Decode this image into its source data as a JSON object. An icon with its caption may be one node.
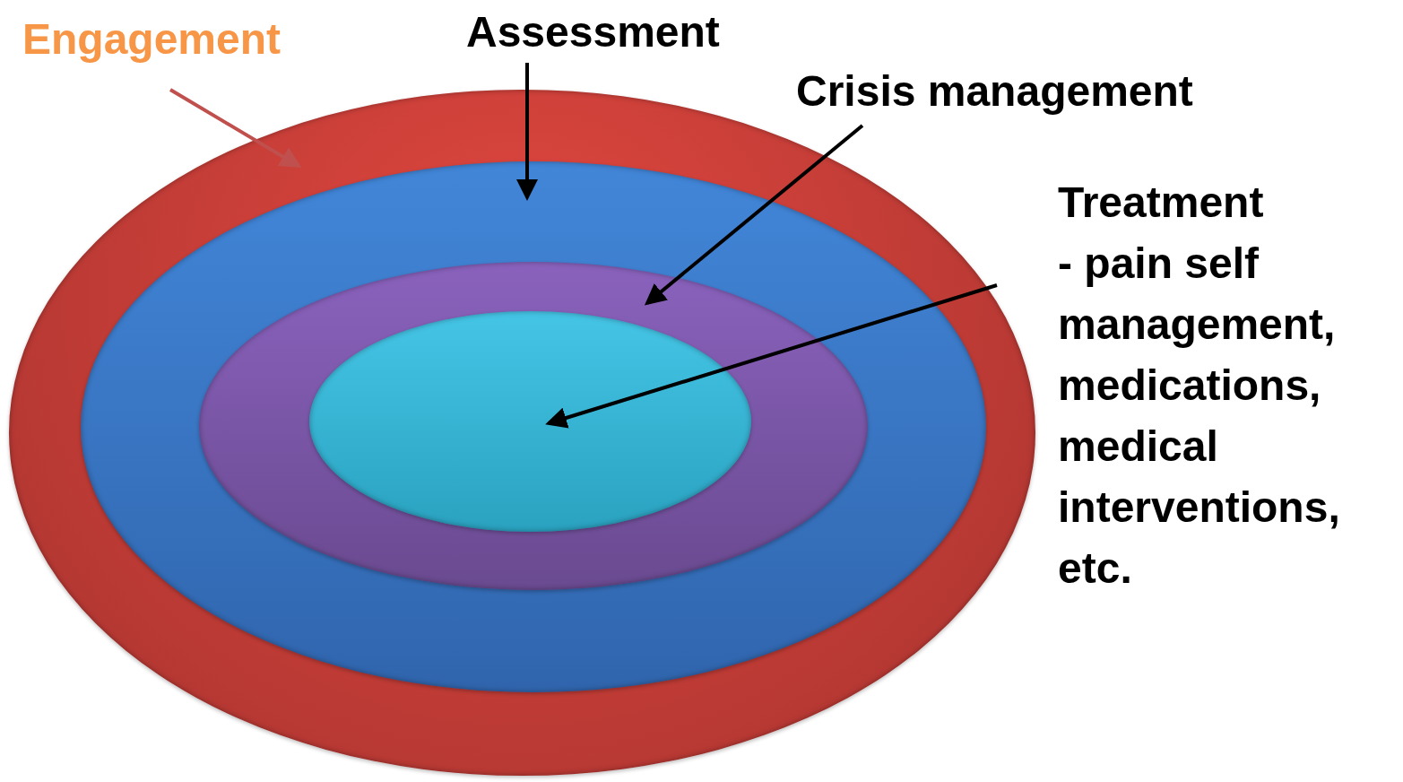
{
  "diagram": {
    "nodes": [
      {
        "text": [
          "Engagement"
        ]
      },
      {
        "text": [
          "Assessment"
        ]
      },
      {
        "text": [
          "Crisis management"
        ]
      },
      {
        "text": [
          "Treatment",
          "- pain self management, medications, medical interventions, etc."
        ]
      },
      {
        "text": [],
        "shape": "ellipse"
      },
      {
        "text": [],
        "shape": "ellipse",
        "in": 4
      },
      {
        "text": [],
        "shape": "ellipse",
        "in": 5
      },
      {
        "text": [],
        "shape": "ellipse",
        "in": 6
      }
    ],
    "edges": [
      {
        "from": 0,
        "to": 4,
        "arrow": "to",
        "color": "#c0504d"
      },
      {
        "from": 1,
        "to": 5,
        "arrow": "to"
      },
      {
        "from": 2,
        "to": 6,
        "arrow": "to"
      },
      {
        "from": 3,
        "to": 7,
        "arrow": "to"
      }
    ]
  }
}
